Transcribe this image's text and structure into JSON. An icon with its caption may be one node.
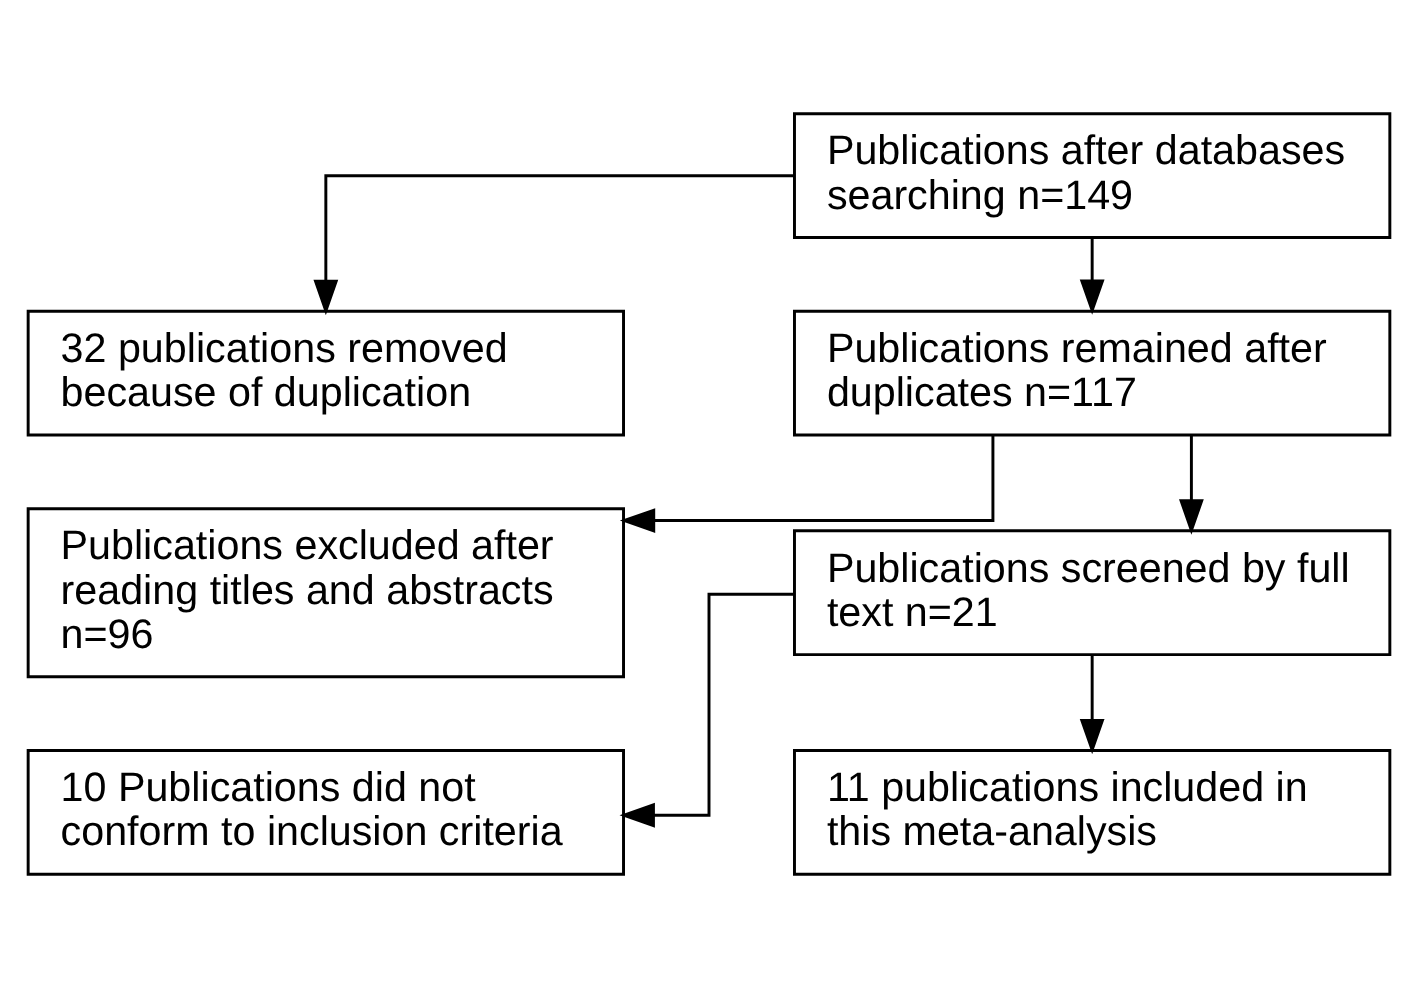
{
  "diagram": {
    "nodes": [
      {
        "text": [
          "Publications after databases searching n=149"
        ]
      },
      {
        "text": [
          "32 publications removed because of duplication"
        ]
      },
      {
        "text": [
          "Publications remained after duplicates n=117"
        ]
      },
      {
        "text": [
          "Publications excluded after reading titles and abstracts n=96"
        ]
      },
      {
        "text": [
          "Publications screened by full text n=21"
        ]
      },
      {
        "text": [
          "10 Publications did not conform to inclusion criteria"
        ]
      },
      {
        "text": [
          "11 publications included in this meta-analysis"
        ]
      }
    ],
    "edges": [
      {
        "from": 0,
        "to": 2,
        "arrow": "to"
      },
      {
        "from": 0,
        "to": 1,
        "arrow": "to"
      },
      {
        "from": 2,
        "to": 4,
        "arrow": "to"
      },
      {
        "from": 2,
        "to": 3,
        "arrow": "to"
      },
      {
        "from": 4,
        "to": 6,
        "arrow": "to"
      },
      {
        "from": 4,
        "to": 5,
        "arrow": "to"
      }
    ]
  }
}
